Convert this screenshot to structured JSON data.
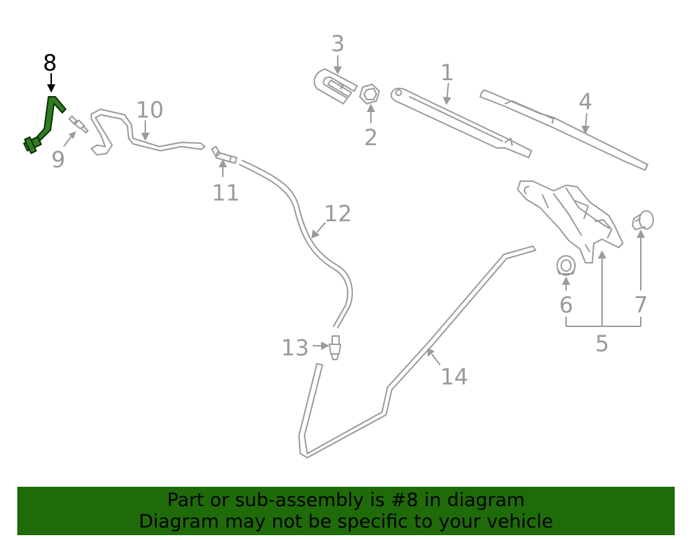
{
  "diagram": {
    "highlighted_part": "8",
    "callouts": [
      {
        "id": "1",
        "label": "1"
      },
      {
        "id": "2",
        "label": "2"
      },
      {
        "id": "3",
        "label": "3"
      },
      {
        "id": "4",
        "label": "4"
      },
      {
        "id": "5",
        "label": "5"
      },
      {
        "id": "6",
        "label": "6"
      },
      {
        "id": "7",
        "label": "7"
      },
      {
        "id": "8",
        "label": "8"
      },
      {
        "id": "9",
        "label": "9"
      },
      {
        "id": "10",
        "label": "10"
      },
      {
        "id": "11",
        "label": "11"
      },
      {
        "id": "12",
        "label": "12"
      },
      {
        "id": "13",
        "label": "13"
      },
      {
        "id": "14",
        "label": "14"
      }
    ],
    "colors": {
      "line": "#9a9a9a",
      "highlight_fill": "#2f7d1f",
      "highlight_label": "#000000",
      "banner_bg": "#1f6b0a",
      "banner_text": "#000000"
    }
  },
  "banner": {
    "line1": "Part or sub-assembly is #8 in diagram",
    "line2": "Diagram may not be specific to your vehicle"
  }
}
